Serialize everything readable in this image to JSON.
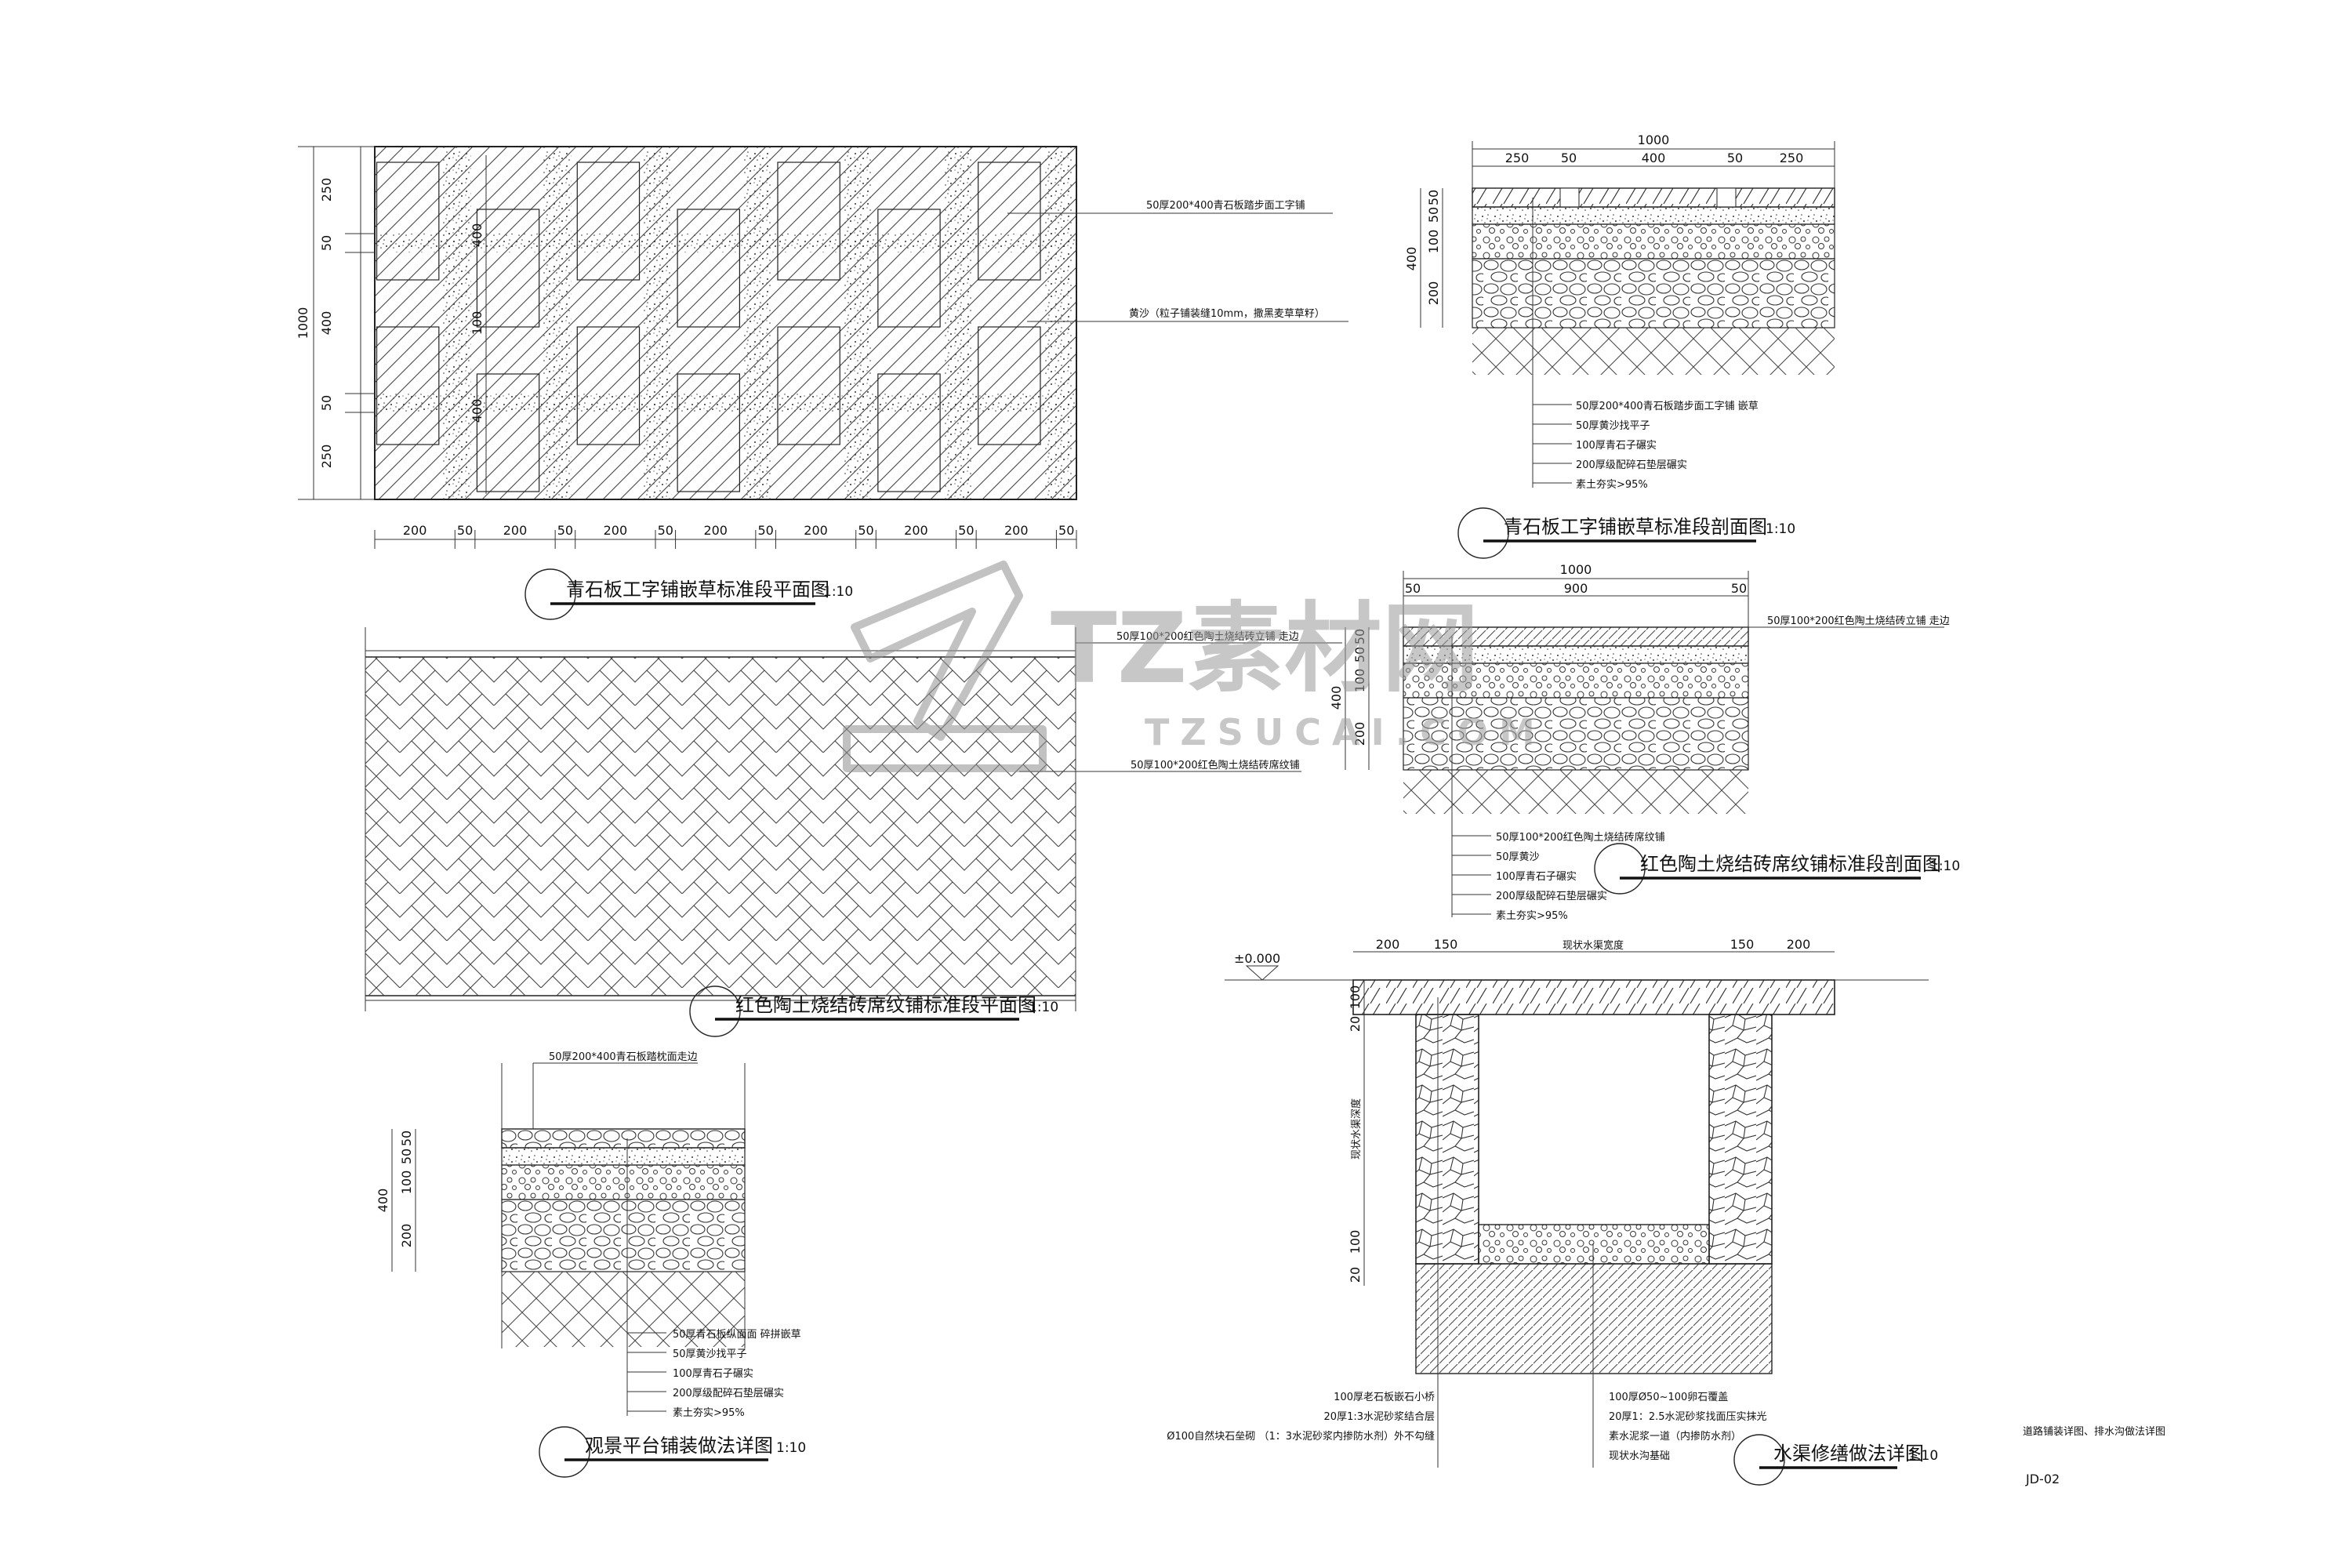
{
  "colors": {
    "ink": "#222222",
    "paper": "#ffffff",
    "watermark": "#9a9a9a"
  },
  "watermark": {
    "cn": "TZ素材网",
    "en": "TZSUCAI.COM",
    "icon": "tz-logo-icon"
  },
  "sheet": {
    "note": "道路铺装详图、排水沟做法详图",
    "number": "JD-02"
  },
  "views": {
    "v1": {
      "title": "青石板工字铺嵌草标准段平面图",
      "scale": "1:10",
      "callouts": [
        "50厚200*400青石板踏步面工字铺",
        "黄沙（粒子铺装缝10mm，撒黑麦草草籽）"
      ],
      "dims_left": [
        "250",
        "50",
        "400",
        "50",
        "250"
      ],
      "dim_total": "1000",
      "dims_inner": [
        "400",
        "100",
        "400"
      ],
      "dims_bottom": [
        "200",
        "50",
        "200",
        "50",
        "200",
        "50",
        "200",
        "50",
        "200",
        "50",
        "200",
        "50",
        "200",
        "50"
      ]
    },
    "v2": {
      "title": "青石板工字铺嵌草标准段剖面图",
      "scale": "1:10",
      "dim_total": "1000",
      "dims_top": [
        "250",
        "50",
        "400",
        "50",
        "250"
      ],
      "dims_left_small": [
        "50",
        "50",
        "100",
        "200"
      ],
      "dim_left_total": "400",
      "layers": [
        "50厚200*400青石板踏步面工字铺 嵌草",
        "50厚黄沙找平子",
        "100厚青石子碾实",
        "200厚级配碎石垫层碾实",
        "素土夯实>95%"
      ]
    },
    "v3": {
      "title": "红色陶土烧结砖席纹铺标准段平面图",
      "scale": "1:10",
      "callouts": [
        "50厚100*200红色陶土烧结砖立铺 走边",
        "50厚100*200红色陶土烧结砖席纹铺"
      ]
    },
    "v4": {
      "title": "红色陶土烧结砖席纹铺标准段剖面图",
      "scale": "1:10",
      "dim_total": "1000",
      "dims_top": [
        "50",
        "900",
        "50"
      ],
      "dims_left_small": [
        "50",
        "50",
        "100",
        "200"
      ],
      "dim_left_total": "400",
      "callout": "50厚100*200红色陶土烧结砖立铺 走边",
      "layers": [
        "50厚100*200红色陶土烧结砖席纹铺",
        "50厚黄沙",
        "100厚青石子碾实",
        "200厚级配碎石垫层碾实",
        "素土夯实>95%"
      ]
    },
    "v5": {
      "title": "观景平台铺装做法详图",
      "scale": "1:10",
      "callout": "50厚200*400青石板踏枕面走边",
      "dims_left_small": [
        "50",
        "50",
        "100",
        "200"
      ],
      "dim_left_total": "400",
      "layers": [
        "50厚青石板纵面面 碎拼嵌草",
        "50厚黄沙找平子",
        "100厚青石子碾实",
        "200厚级配碎石垫层碾实",
        "素土夯实>95%"
      ]
    },
    "v6": {
      "title": "水渠修缮做法详图",
      "scale": "1:10",
      "level": "±0.000",
      "dims_top": [
        "200",
        "150",
        "现状水渠宽度",
        "150",
        "200"
      ],
      "dims_left": [
        "100",
        "20",
        "现状水渠深度",
        "100",
        "20"
      ],
      "notes_left": [
        "100厚老石板嵌石小桥",
        "20厚1:3水泥砂浆结合层",
        "Ø100自然块石垒砌 （1：3水泥砂浆内掺防水剂）外不勾缝"
      ],
      "notes_right": [
        "100厚Ø50~100卵石覆盖",
        "20厚1：2.5水泥砂浆找面压实抹光",
        "素水泥浆一道（内掺防水剂）",
        "现状水沟基础"
      ]
    }
  }
}
